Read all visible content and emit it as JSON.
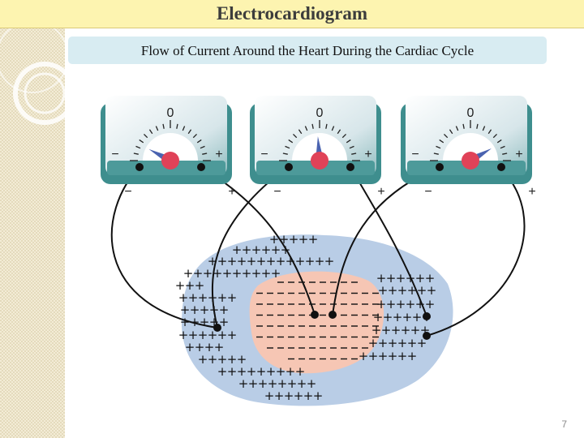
{
  "slide": {
    "title": "Electrocardiogram",
    "subtitle": "Flow of Current Around the Heart During the Cardiac Cycle",
    "page_number": "7"
  },
  "meters": [
    {
      "zero_label": "0",
      "minus_label": "−",
      "plus_label": "+",
      "terminal_minus": "−",
      "terminal_plus": "+",
      "needle": "left"
    },
    {
      "zero_label": "0",
      "minus_label": "−",
      "plus_label": "+",
      "terminal_minus": "−",
      "terminal_plus": "+",
      "needle": "center"
    },
    {
      "zero_label": "0",
      "minus_label": "−",
      "plus_label": "+",
      "terminal_minus": "−",
      "terminal_plus": "+",
      "needle": "right"
    }
  ],
  "colors": {
    "meter_frame": "#3e8e8e",
    "needle": "#4a63b0",
    "pivot": "#e04258",
    "outer_region": "#b9cde6",
    "inner_region": "#f6c6b4"
  }
}
